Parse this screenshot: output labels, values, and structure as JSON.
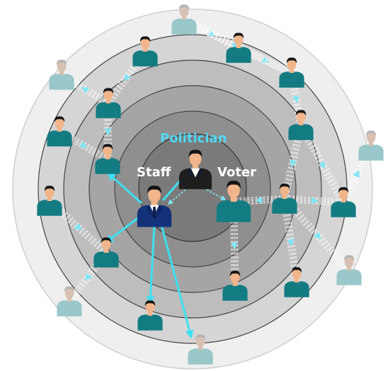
{
  "labels": {
    "politician": "Politician",
    "staff": "Staff",
    "voter": "Voter"
  },
  "colors": {
    "label_cyan": "#4fd8f4",
    "label_white": "#ffffff",
    "ring_outer": "#efefef",
    "ring_2": "#d5d5d5",
    "ring_3": "#bdbdbd",
    "ring_4": "#a5a5a5",
    "ring_5": "#8f8f8f",
    "ring_core": "#7a7a7a",
    "teal": "#137b82",
    "teal_faded": "#9ac7c9",
    "navy": "#14327a",
    "black_suit": "#1e1e1e",
    "arrow": "#3ee0f2"
  },
  "people": [
    {
      "id": "politician",
      "role": "politician",
      "faded": false
    },
    {
      "id": "staff",
      "role": "staff",
      "faded": false
    },
    {
      "id": "voter-main",
      "role": "voter",
      "faded": false
    },
    {
      "id": "teal-top-left-outer",
      "role": "voter",
      "faded": false
    },
    {
      "id": "teal-top-right-outer",
      "role": "voter",
      "faded": false
    },
    {
      "id": "teal-right-upper",
      "role": "voter",
      "faded": false
    },
    {
      "id": "teal-left-upper",
      "role": "voter",
      "faded": false
    },
    {
      "id": "teal-left-mid",
      "role": "voter",
      "faded": false
    },
    {
      "id": "teal-left-inner",
      "role": "voter",
      "faded": false
    },
    {
      "id": "teal-right-mid",
      "role": "voter",
      "faded": false
    },
    {
      "id": "teal-right-outer",
      "role": "voter",
      "faded": false
    },
    {
      "id": "teal-right-inner",
      "role": "voter",
      "faded": false
    },
    {
      "id": "teal-left-lower-outer",
      "role": "voter",
      "faded": false
    },
    {
      "id": "teal-left-lower-inner",
      "role": "voter",
      "faded": false
    },
    {
      "id": "teal-bottom-left",
      "role": "voter",
      "faded": false
    },
    {
      "id": "teal-bottom-mid",
      "role": "voter",
      "faded": false
    },
    {
      "id": "teal-bottom-right",
      "role": "voter",
      "faded": false
    },
    {
      "id": "faded-top",
      "role": "voter",
      "faded": true
    },
    {
      "id": "faded-left",
      "role": "voter",
      "faded": true
    },
    {
      "id": "faded-right",
      "role": "voter",
      "faded": true
    },
    {
      "id": "faded-bottom-left",
      "role": "voter",
      "faded": true
    },
    {
      "id": "faded-bottom-right",
      "role": "voter",
      "faded": true
    },
    {
      "id": "faded-bottom",
      "role": "voter",
      "faded": true
    }
  ]
}
